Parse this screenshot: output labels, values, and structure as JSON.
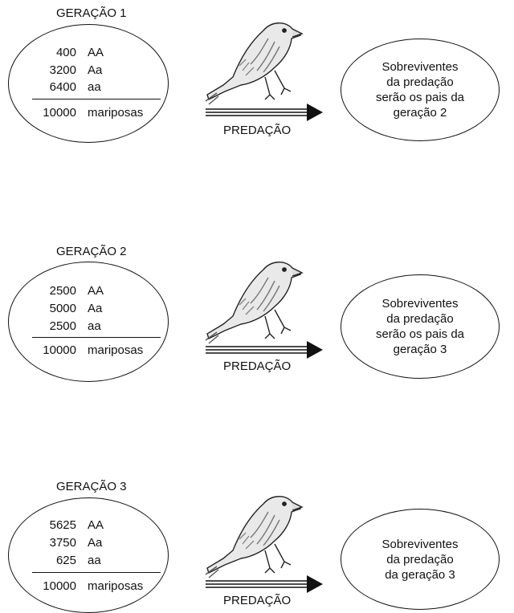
{
  "generations": [
    {
      "title": "GERAÇÃO 1",
      "rows": [
        {
          "count": "400",
          "genotype": "AA"
        },
        {
          "count": "3200",
          "genotype": "Aa"
        },
        {
          "count": "6400",
          "genotype": "aa"
        }
      ],
      "total": {
        "count": "10000",
        "label": "mariposas"
      },
      "predation_label": "PREDAÇÃO",
      "result": "Sobreviventes\nda predação\nserão os pais da\ngeração 2"
    },
    {
      "title": "GERAÇÃO 2",
      "rows": [
        {
          "count": "2500",
          "genotype": "AA"
        },
        {
          "count": "5000",
          "genotype": "Aa"
        },
        {
          "count": "2500",
          "genotype": "aa"
        }
      ],
      "total": {
        "count": "10000",
        "label": "mariposas"
      },
      "predation_label": "PREDAÇÃO",
      "result": "Sobreviventes\nda predação\nserão os pais da\ngeração 3"
    },
    {
      "title": "GERAÇÃO 3",
      "rows": [
        {
          "count": "5625",
          "genotype": "AA"
        },
        {
          "count": "3750",
          "genotype": "Aa"
        },
        {
          "count": "625",
          "genotype": "aa"
        }
      ],
      "total": {
        "count": "10000",
        "label": "mariposas"
      },
      "predation_label": "PREDAÇÃO",
      "result": "Sobreviventes\nda predação\nda geração 3"
    }
  ],
  "icons": {
    "bird": "bird-icon",
    "arrow": "arrow-right-icon"
  }
}
